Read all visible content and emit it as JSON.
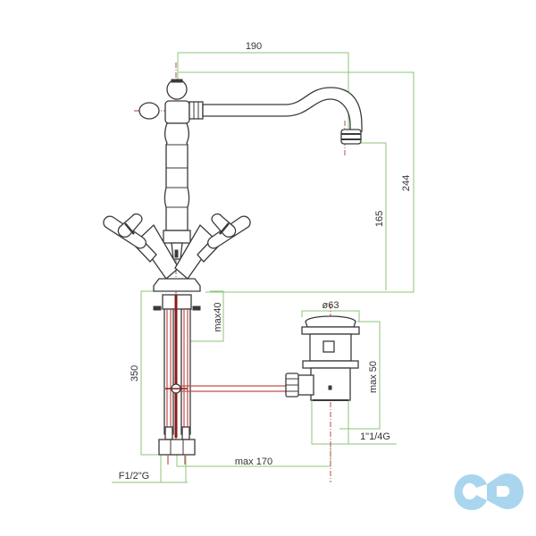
{
  "drawing": {
    "subject": "Two-handle basin mixer faucet with pop-up waste",
    "colors": {
      "outline": "#3a3a3a",
      "dimension_lines": "#8cc47a",
      "center_axis": "#b33a3a",
      "logo": "#a9d6ee"
    },
    "dimensions": {
      "spout_reach": "190",
      "total_height": "244",
      "spout_height": "165",
      "max_deck_thickness": "max40",
      "hose_length": "350",
      "drain_diameter": "ø63",
      "drain_depth": "max 50",
      "drain_thread": "1\"1/4G",
      "connection_thread": "F1/2\"G",
      "max_distance": "max 170"
    }
  },
  "logo": {
    "name": "cd-logo",
    "text": "CD"
  }
}
